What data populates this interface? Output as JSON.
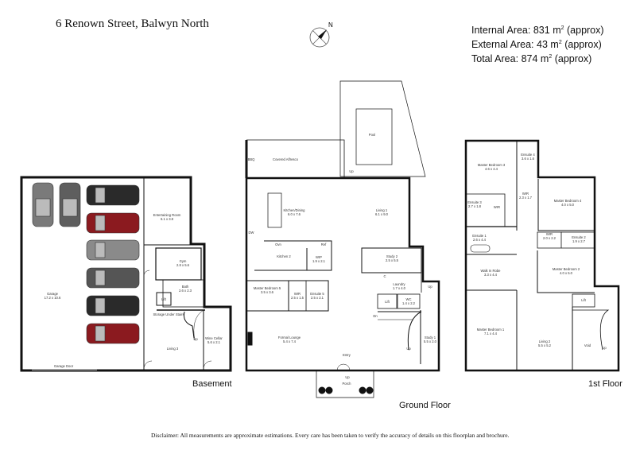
{
  "header": {
    "title": "6 Renown Street, Balwyn North",
    "compass_label": "N",
    "compass_icon": "north-arrow-icon"
  },
  "areas": [
    {
      "label": "Internal Area:",
      "value": "831",
      "unit": "m",
      "sup": "2",
      "suffix": "(approx)"
    },
    {
      "label": "External Area:",
      "value": "43",
      "unit": "m",
      "sup": "2",
      "suffix": "(approx)"
    },
    {
      "label": "Total Area:",
      "value": "874",
      "unit": "m",
      "sup": "2",
      "suffix": "(approx)"
    }
  ],
  "floors": {
    "basement": {
      "label": "Basement",
      "rooms": {
        "garage": {
          "name": "Garage",
          "dims": "17.2 x 10.6"
        },
        "garage_door": {
          "name": "Garage Door"
        },
        "entertaining": {
          "name": "Entertaining Room",
          "dims": "6.1 x 3.8"
        },
        "gym": {
          "name": "Gym",
          "dims": "2.8 x 5.6"
        },
        "bath": {
          "name": "Bath",
          "dims": "2.6 x 2.3"
        },
        "lift": {
          "name": "Lift"
        },
        "storage": {
          "name": "Storage Under Stairs"
        },
        "living3": {
          "name": "Living 3"
        },
        "wine": {
          "name": "Wine Cellar",
          "dims": "5.6 x 2.1"
        },
        "up": {
          "name": "Up"
        }
      },
      "cars": [
        {
          "color": "#7a7a7a",
          "orientation": "vertical"
        },
        {
          "color": "#5e5e5e",
          "orientation": "vertical"
        },
        {
          "color": "#2a2a2a",
          "orientation": "horizontal"
        },
        {
          "color": "#8b1a1f",
          "orientation": "horizontal"
        },
        {
          "color": "#8a8a8a",
          "orientation": "horizontal"
        },
        {
          "color": "#555555",
          "orientation": "horizontal"
        },
        {
          "color": "#2a2a2a",
          "orientation": "horizontal"
        },
        {
          "color": "#8b1a1f",
          "orientation": "horizontal"
        }
      ]
    },
    "ground": {
      "label": "Ground Floor",
      "rooms": {
        "pool": {
          "name": "Pool"
        },
        "alfresco": {
          "name": "Covered Alfresco"
        },
        "bbq": {
          "name": "BBQ"
        },
        "up_alfresco": {
          "name": "Up"
        },
        "kitchen": {
          "name": "Kitchen/Dining",
          "dims": "6.0 x 7.6"
        },
        "living1": {
          "name": "Living 1",
          "dims": "6.1 x 9.0"
        },
        "dw": {
          "name": "DW"
        },
        "ovn": {
          "name": "Ovn"
        },
        "ref": {
          "name": "Ref"
        },
        "kitchen2": {
          "name": "Kitchen 2"
        },
        "wip": {
          "name": "WIP",
          "dims": "1.9 x 2.1"
        },
        "study2": {
          "name": "Study 2",
          "dims": "2.5 x 5.5"
        },
        "c": {
          "name": "C"
        },
        "laundry": {
          "name": "Laundry",
          "dims": "1.7 x 4.0"
        },
        "up_laundry": {
          "name": "Up"
        },
        "lift": {
          "name": "Lift"
        },
        "wc": {
          "name": "WC",
          "dims": "1.4 x 2.2"
        },
        "master5": {
          "name": "Master Bedroom 5",
          "dims": "3.5 x 3.6"
        },
        "wir": {
          "name": "WIR",
          "dims": "2.5 x 1.5"
        },
        "ensuite5": {
          "name": "Ensuite 5",
          "dims": "2.5 x 2.1"
        },
        "dn": {
          "name": "Dn"
        },
        "formal": {
          "name": "Formal Lounge",
          "dims": "5.4 x 7.4"
        },
        "study1": {
          "name": "Study 1",
          "dims": "5.5 x 2.0"
        },
        "up_stair": {
          "name": "Up"
        },
        "entry": {
          "name": "Entry"
        },
        "up_porch": {
          "name": "Up"
        },
        "porch": {
          "name": "Porch"
        }
      }
    },
    "first": {
      "label": "1st Floor",
      "rooms": {
        "master3": {
          "name": "Master Bedroom 3",
          "dims": "4.6 x 4.4"
        },
        "ensuite4": {
          "name": "Ensuite 4",
          "dims": "3.6 x 1.6"
        },
        "wir4": {
          "name": "WIR",
          "dims": "2.3 x 1.7"
        },
        "master4": {
          "name": "Master Bedroom 4",
          "dims": "4.0 x 5.0"
        },
        "ensuite3": {
          "name": "Ensuite 3",
          "dims": "2.7 x 1.8"
        },
        "wir3": {
          "name": "WIR"
        },
        "ensuite1": {
          "name": "Ensuite 1",
          "dims": "2.6 x 4.4"
        },
        "wir2": {
          "name": "WIR",
          "dims": "2.0 x 2.2"
        },
        "ensuite2": {
          "name": "Ensuite 2",
          "dims": "1.9 x 2.7"
        },
        "walkin": {
          "name": "Walk In Robe",
          "dims": "3.3 x 4.4"
        },
        "master2": {
          "name": "Master Bedroom 2",
          "dims": "4.0 x 5.0"
        },
        "lift": {
          "name": "Lift"
        },
        "master1": {
          "name": "Master Bedroom 1",
          "dims": "7.1 x 4.4"
        },
        "living2": {
          "name": "Living 2",
          "dims": "5.5 x 5.2"
        },
        "void": {
          "name": "Void"
        },
        "up": {
          "name": "Up"
        }
      }
    }
  },
  "footer": {
    "disclaimer": "Disclaimer: All measurements are approximate estimations. Every care has been taken to verify the accuracy of details on this floorplan and brochure."
  }
}
